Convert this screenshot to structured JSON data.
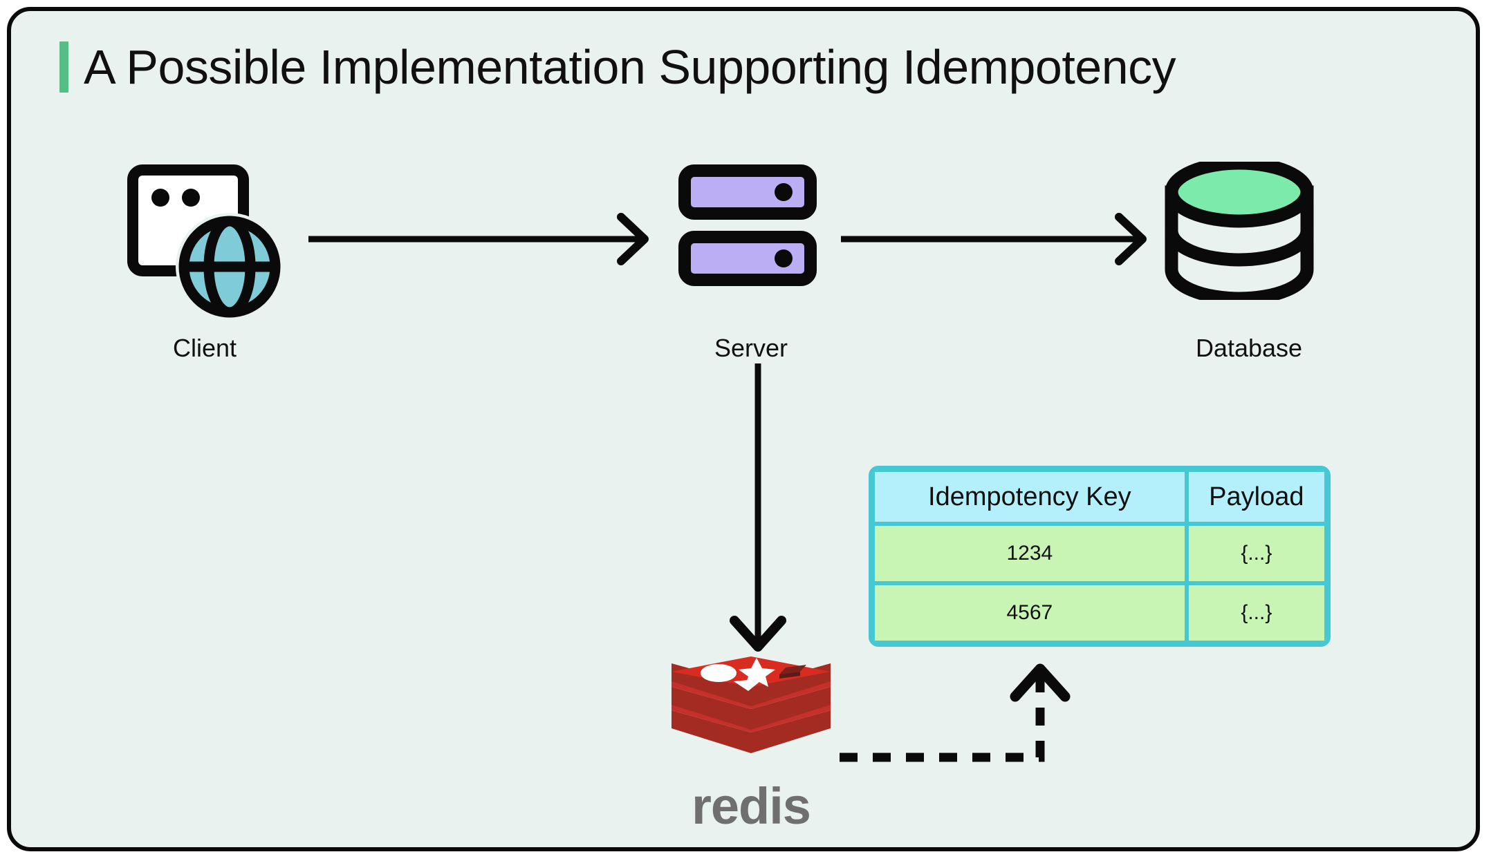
{
  "diagram": {
    "title": "A Possible Implementation Supporting Idempotency",
    "accent_color": "#56bd87",
    "background_color": "#e9f2ee",
    "border_color": "#0a0a0a",
    "nodes": [
      {
        "id": "client",
        "label": "Client",
        "icon": "browser-globe-icon",
        "icon_fill": "#7fccd8"
      },
      {
        "id": "server",
        "label": "Server",
        "icon": "server-rack-icon",
        "icon_fill": "#bcaef5"
      },
      {
        "id": "database",
        "label": "Database",
        "icon": "database-cylinder-icon",
        "icon_fill": "#7ceaab"
      },
      {
        "id": "redis",
        "label": "redis",
        "icon": "redis-logo-icon",
        "icon_fill": "#d82c20"
      }
    ],
    "edges": [
      {
        "id": "client-server",
        "from": "Client",
        "to": "Server",
        "style": "solid"
      },
      {
        "id": "server-database",
        "from": "Server",
        "to": "Database",
        "style": "solid"
      },
      {
        "id": "server-redis",
        "from": "Server",
        "to": "redis",
        "style": "solid"
      },
      {
        "id": "redis-table",
        "from": "redis",
        "to": "table",
        "style": "dashed"
      }
    ],
    "table": {
      "header_color": "#b4f0fb",
      "row_color": "#c9f5b4",
      "border_color": "#45c8d4",
      "columns": [
        "Idempotency Key",
        "Payload"
      ],
      "rows": [
        {
          "key": "1234",
          "payload": "{...}"
        },
        {
          "key": "4567",
          "payload": "{...}"
        }
      ]
    }
  }
}
